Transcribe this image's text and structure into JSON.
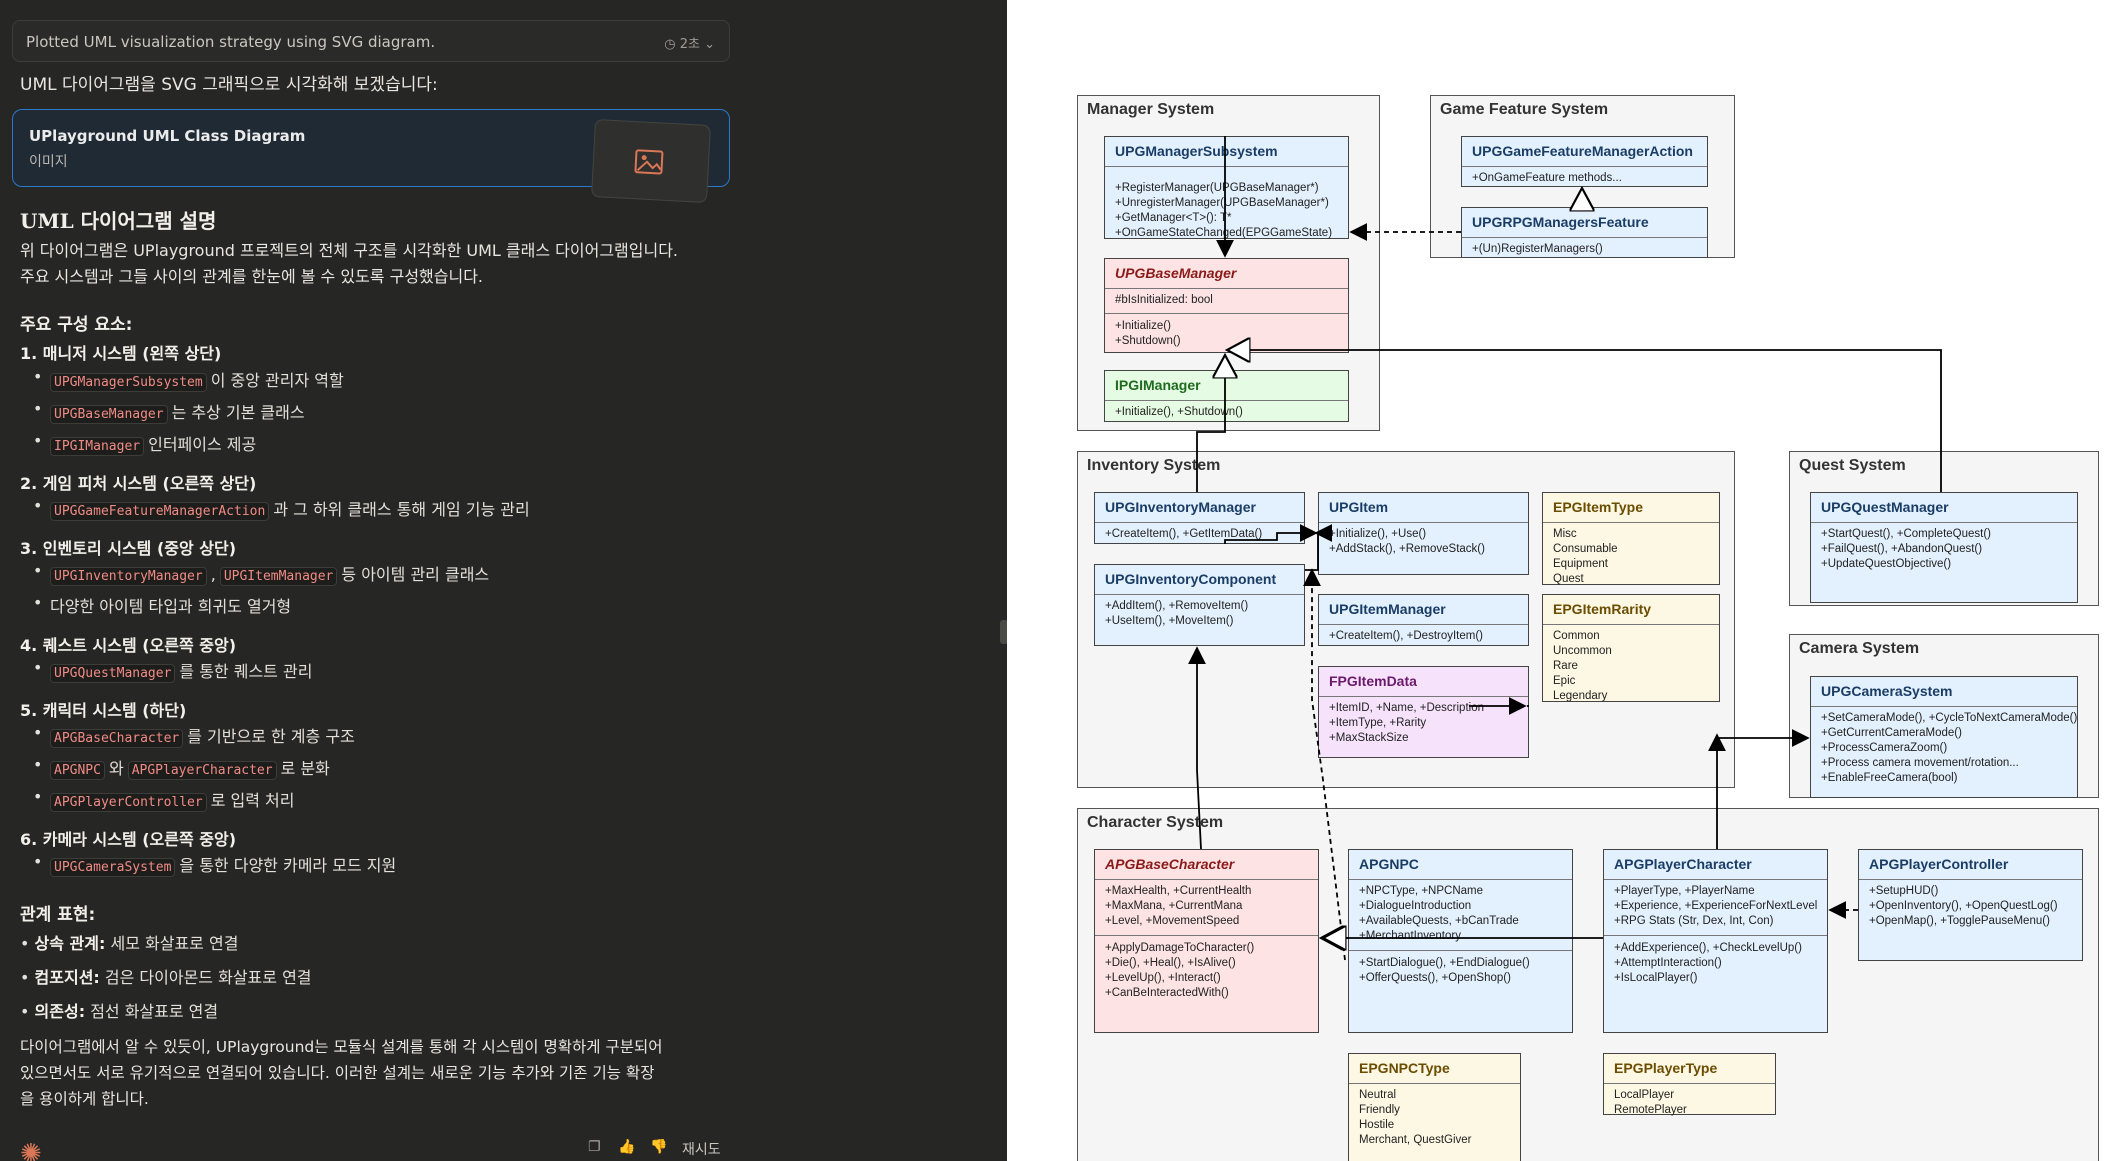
{
  "chat": {
    "thinking": {
      "text": "Plotted UML visualization strategy using SVG diagram.",
      "duration": "2초"
    },
    "intro": "UML 다이어그램을 SVG 그래픽으로 시각화해 보겠습니다:",
    "artifact": {
      "title": "UPlayground UML Class Diagram",
      "subtitle": "이미지"
    },
    "heading": "UML 다이어그램 설명",
    "desc_line1": "위 다이어그램은 UPlayground 프로젝트의 전체 구조를 시각화한 UML 클래스 다이어그램입니다.",
    "desc_line2": "주요 시스템과 그들 사이의 관계를 한눈에 볼 수 있도록 구성했습니다.",
    "components_title": "주요 구성 요소:",
    "sections": [
      {
        "title": "1. 매니저 시스템 (왼쪽 상단)",
        "items": [
          {
            "code": "UPGManagerSubsystem",
            "text": "이 중앙 관리자 역할"
          },
          {
            "code": "UPGBaseManager",
            "text": "는 추상 기본 클래스"
          },
          {
            "code": "IPGIManager",
            "text": "인터페이스 제공"
          }
        ]
      },
      {
        "title": "2. 게임 피처 시스템 (오른쪽 상단)",
        "items": [
          {
            "code": "UPGGameFeatureManagerAction",
            "text": "과 그 하위 클래스 통해 게임 기능 관리"
          }
        ]
      },
      {
        "title": "3. 인벤토리 시스템 (중앙 상단)",
        "items": [
          {
            "code": "UPGInventoryManager",
            "code2": "UPGItemManager",
            "text": "등 아이템 관리 클래스"
          },
          {
            "text": "다양한 아이템 타입과 희귀도 열거형"
          }
        ]
      },
      {
        "title": "4. 퀘스트 시스템 (오른쪽 중앙)",
        "items": [
          {
            "code": "UPGQuestManager",
            "text": "를 통한 퀘스트 관리"
          }
        ]
      },
      {
        "title": "5. 캐릭터 시스템 (하단)",
        "items": [
          {
            "code": "APGBaseCharacter",
            "text": "를 기반으로 한 계층 구조"
          },
          {
            "code": "APGNPC",
            "mid": "와",
            "code2": "APGPlayerCharacter",
            "text": "로 분화"
          },
          {
            "code": "APGPlayerController",
            "text": "로 입력 처리"
          }
        ]
      },
      {
        "title": "6. 카메라 시스템 (오른쪽 중앙)",
        "items": [
          {
            "code": "UPGCameraSystem",
            "text": "을 통한 다양한 카메라 모드 지원"
          }
        ]
      }
    ],
    "relations_title": "관계 표현:",
    "relations": [
      {
        "label": "상속 관계:",
        "text": "세모 화살표로 연결"
      },
      {
        "label": "컴포지션:",
        "text": "검은 다이아몬드 화살표로 연결"
      },
      {
        "label": "의존성:",
        "text": "점선 화살표로 연결"
      }
    ],
    "conclusion": [
      "다이어그램에서 알 수 있듯이, UPlayground는 모듈식 설계를 통해 각 시스템이 명확하게 구분되어",
      "있으면서도 서로 유기적으로 연결되어 있습니다. 이러한 설계는 새로운 기능 추가와 기존 기능 확장",
      "을 용이하게 합니다."
    ],
    "footer": {
      "retry": "재시도"
    }
  },
  "diagram": {
    "packages": {
      "manager": "Manager System",
      "gamefeature": "Game Feature System",
      "inventory": "Inventory System",
      "quest": "Quest System",
      "camera": "Camera System",
      "character": "Character System"
    },
    "classes": {
      "subsystem": {
        "name": "UPGManagerSubsystem",
        "body": "+RegisterManager(UPGBaseManager*)\n+UnregisterManager(UPGBaseManager*)\n+GetManager<T>(): T*\n+OnGameStateChanged(EPGGameState)"
      },
      "basemanager": {
        "name": "UPGBaseManager",
        "attrs": "#bIsInitialized: bool",
        "methods": "+Initialize()\n+Shutdown()"
      },
      "imanager": {
        "name": "IPGIManager",
        "body": "+Initialize(), +Shutdown()"
      },
      "gfaction": {
        "name": "UPGGameFeatureManagerAction",
        "body": "+OnGameFeature methods..."
      },
      "rpgfeature": {
        "name": "UPGRPGManagersFeature",
        "body": "+(Un)RegisterManagers()"
      },
      "invmanager": {
        "name": "UPGInventoryManager",
        "body": "+CreateItem(), +GetItemData()"
      },
      "item": {
        "name": "UPGItem",
        "body": "+Initialize(), +Use()\n+AddStack(), +RemoveStack()"
      },
      "itemtype": {
        "name": "EPGItemType",
        "body": "Misc\nConsumable\nEquipment\nQuest"
      },
      "invcomponent": {
        "name": "UPGInventoryComponent",
        "body": "+AddItem(), +RemoveItem()\n+UseItem(), +MoveItem()"
      },
      "itemmanager": {
        "name": "UPGItemManager",
        "body": "+CreateItem(), +DestroyItem()"
      },
      "itemrarity": {
        "name": "EPGItemRarity",
        "body": "Common\nUncommon\nRare\nEpic\nLegendary"
      },
      "itemdata": {
        "name": "FPGItemData",
        "body": "+ItemID, +Name, +Description\n+ItemType, +Rarity\n+MaxStackSize"
      },
      "questmanager": {
        "name": "UPGQuestManager",
        "body": "+StartQuest(), +CompleteQuest()\n+FailQuest(), +AbandonQuest()\n+UpdateQuestObjective()"
      },
      "camerasystem": {
        "name": "UPGCameraSystem",
        "body": "+SetCameraMode(), +CycleToNextCameraMode()\n+GetCurrentCameraMode()\n+ProcessCameraZoom()\n+Process camera movement/rotation...\n+EnableFreeCamera(bool)"
      },
      "basecharacter": {
        "name": "APGBaseCharacter",
        "attrs": "+MaxHealth, +CurrentHealth\n+MaxMana, +CurrentMana\n+Level, +MovementSpeed",
        "methods": "+ApplyDamageToCharacter()\n+Die(), +Heal(), +IsAlive()\n+LevelUp(), +Interact()\n+CanBeInteractedWith()"
      },
      "npc": {
        "name": "APGNPC",
        "attrs": "+NPCType, +NPCName\n+DialogueIntroduction\n+AvailableQuests, +bCanTrade\n+MerchantInventory",
        "methods": "+StartDialogue(), +EndDialogue()\n+OfferQuests(), +OpenShop()"
      },
      "player": {
        "name": "APGPlayerCharacter",
        "attrs": "+PlayerType, +PlayerName\n+Experience, +ExperienceForNextLevel\n+RPG Stats (Str, Dex, Int, Con)",
        "methods": "+AddExperience(), +CheckLevelUp()\n+AttemptInteraction()\n+IsLocalPlayer()"
      },
      "controller": {
        "name": "APGPlayerController",
        "body": "+SetupHUD()\n+OpenInventory(), +OpenQuestLog()\n+OpenMap(), +TogglePauseMenu()"
      },
      "npctype": {
        "name": "EPGNPCType",
        "body": "Neutral\nFriendly\nHostile\nMerchant, QuestGiver"
      },
      "playertype": {
        "name": "EPGPlayerType",
        "body": "LocalPlayer\nRemotePlayer"
      }
    }
  },
  "colors": {
    "accent": "#2d79c7",
    "code_text": "#f08b84",
    "logo": "#d97757"
  }
}
